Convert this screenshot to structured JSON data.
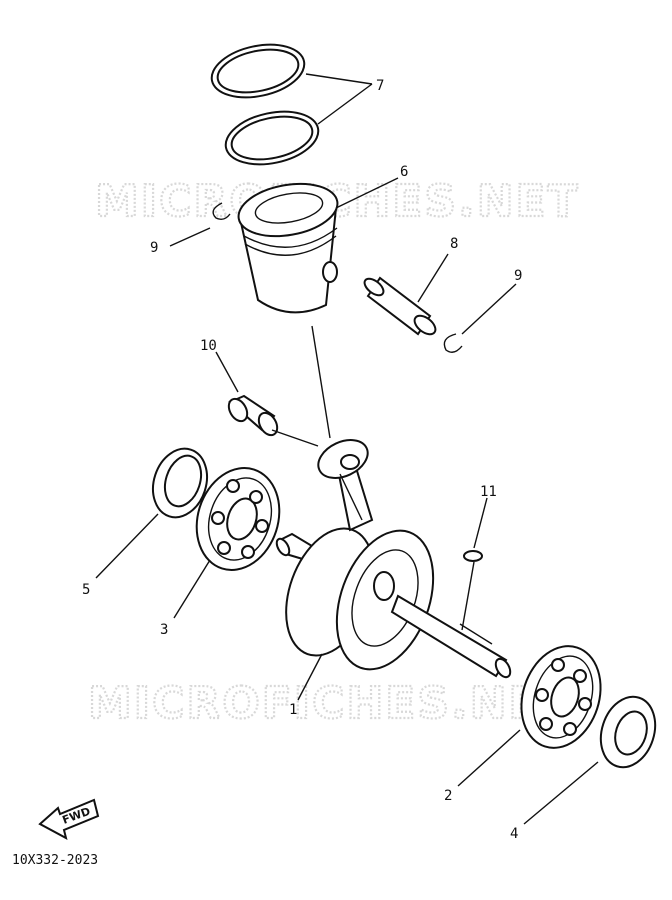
{
  "watermark": {
    "top": "MICROFICHES.NET",
    "bottom": "MICROFICHES.NET"
  },
  "callouts": {
    "c1": "1",
    "c2": "2",
    "c3": "3",
    "c4": "4",
    "c5": "5",
    "c6": "6",
    "c7": "7",
    "c8": "8",
    "c9a": "9",
    "c9b": "9",
    "c10": "10",
    "c11": "11"
  },
  "fwd_label": "FWD",
  "diagram_code": "10X332-2023"
}
